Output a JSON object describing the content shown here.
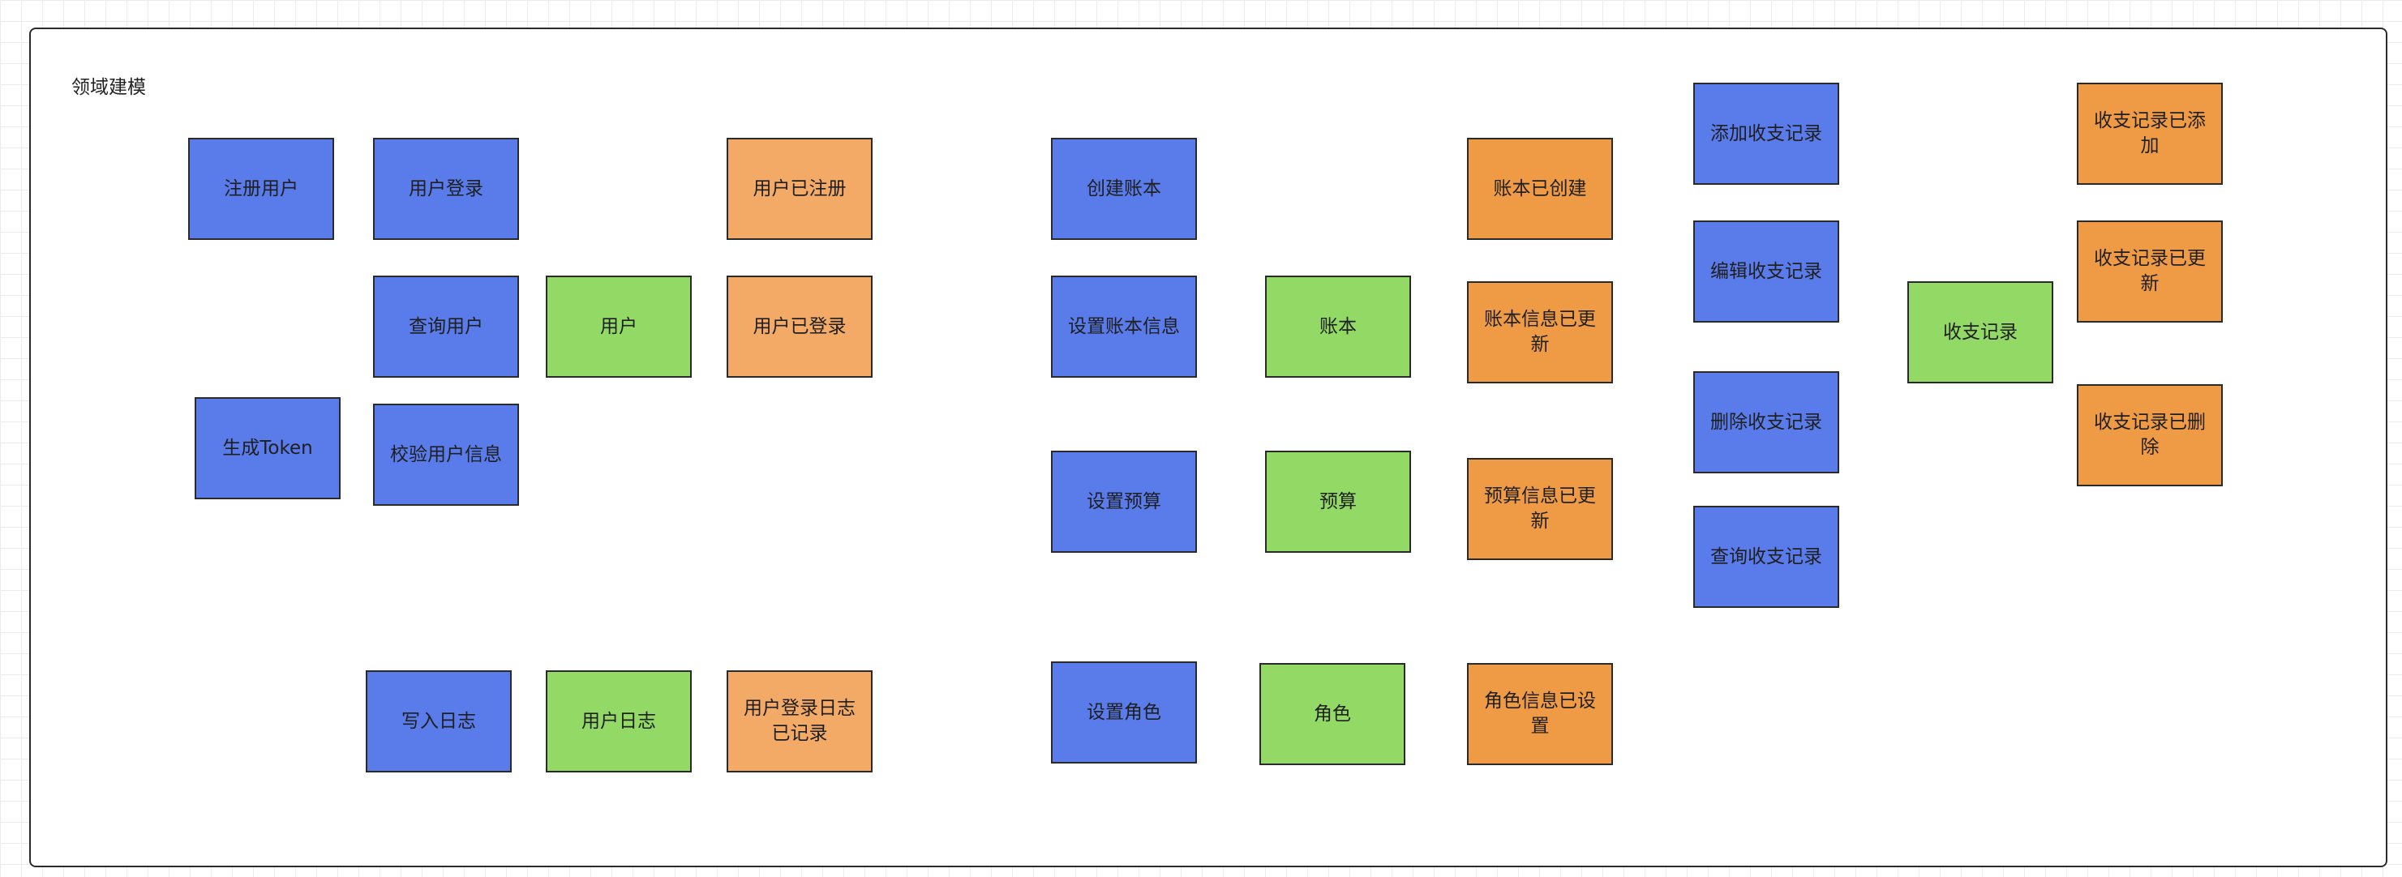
{
  "board": {
    "title": "领域建模"
  },
  "colors": {
    "command": "#5a7bea",
    "entity": "#93d965",
    "event_user": "#f2aa66",
    "event": "#ef9b45"
  },
  "user": {
    "register": "注册用户",
    "login": "用户登录",
    "query": "查询用户",
    "verify": "校验用户信息",
    "token": "生成Token",
    "entity": "用户",
    "registered": "用户已注册",
    "logged_in": "用户已登录"
  },
  "log": {
    "write": "写入日志",
    "entity": "用户日志",
    "recorded": "用户登录日志已记录"
  },
  "account": {
    "create": "创建账本",
    "set_info": "设置账本信息",
    "entity": "账本",
    "created": "账本已创建",
    "info_updated": "账本信息已更新"
  },
  "budget": {
    "set": "设置预算",
    "entity": "预算",
    "info_updated": "预算信息已更新"
  },
  "role": {
    "set": "设置角色",
    "entity": "角色",
    "info_set": "角色信息已设置"
  },
  "record": {
    "add": "添加收支记录",
    "edit": "编辑收支记录",
    "delete": "删除收支记录",
    "query": "查询收支记录",
    "entity": "收支记录",
    "added": "收支记录已添加",
    "updated": "收支记录已更新",
    "deleted": "收支记录已删除"
  }
}
